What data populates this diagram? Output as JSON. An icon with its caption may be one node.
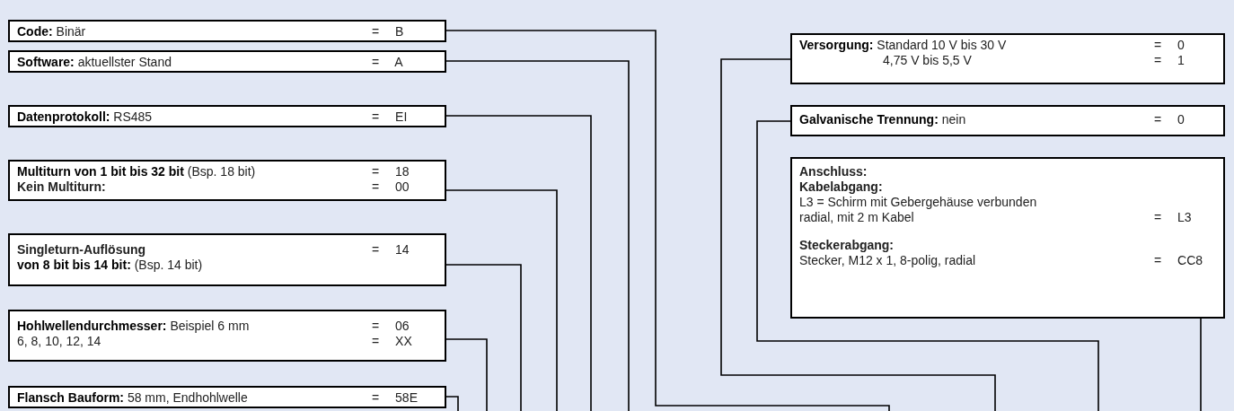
{
  "diagram": {
    "nodes": [
      {
        "text": [
          "**Code:** Binär",
          "= B"
        ]
      },
      {
        "text": [
          "**Software:** aktuellster Stand",
          "= A"
        ]
      },
      {
        "text": [
          "**Datenprotokoll:** RS485",
          "= EI"
        ]
      },
      {
        "text": [
          "**Multiturn von 1 bit bis 32 bit** (Bsp. 18 bit)",
          "= 18",
          "Kein Multiturn:",
          "= 00"
        ]
      },
      {
        "text": [
          "Singleturn-Auflösung",
          "= 14",
          "**von 8 bit bis 14 bit:** (Bsp. 14 bit)"
        ]
      },
      {
        "text": [
          "**Hohlwellendurchmesser:** Beispiel 6 mm",
          "= 06",
          "6, 8, 10, 12, 14",
          "= XX"
        ]
      },
      {
        "text": [
          "**Flansch Bauform:** 58 mm, Endhohlwelle",
          "= 58E"
        ]
      },
      {
        "text": [
          "**Versorgung:** Standard 10 V bis 30 V",
          "= 0",
          "4,75 V bis 5,5 V",
          "= 1"
        ]
      },
      {
        "text": [
          "**Galvanische Trennung:** nein",
          "= 0"
        ]
      },
      {
        "text": [
          "Anschluss:",
          "Kabelabgang:",
          "L3 = Schirm mit Gebergehäuse verbunden radial, mit 2 m Kabel",
          "= L3",
          "Steckerabgang:",
          "Stecker, M12 x 1, 8-polig, radial",
          "= CC8"
        ]
      }
    ],
    "edges": [
      {
        "from": 0,
        "to": null,
        "arrow": "none"
      },
      {
        "from": 1,
        "to": null,
        "arrow": "none"
      },
      {
        "from": 2,
        "to": null,
        "arrow": "none"
      },
      {
        "from": 3,
        "to": null,
        "arrow": "none"
      },
      {
        "from": 4,
        "to": null,
        "arrow": "none"
      },
      {
        "from": 5,
        "to": null,
        "arrow": "none"
      },
      {
        "from": 6,
        "to": null,
        "arrow": "none"
      },
      {
        "from": 7,
        "to": null,
        "arrow": "none"
      },
      {
        "from": 8,
        "to": null,
        "arrow": "none"
      },
      {
        "from": 9,
        "to": null,
        "arrow": "none"
      }
    ]
  }
}
